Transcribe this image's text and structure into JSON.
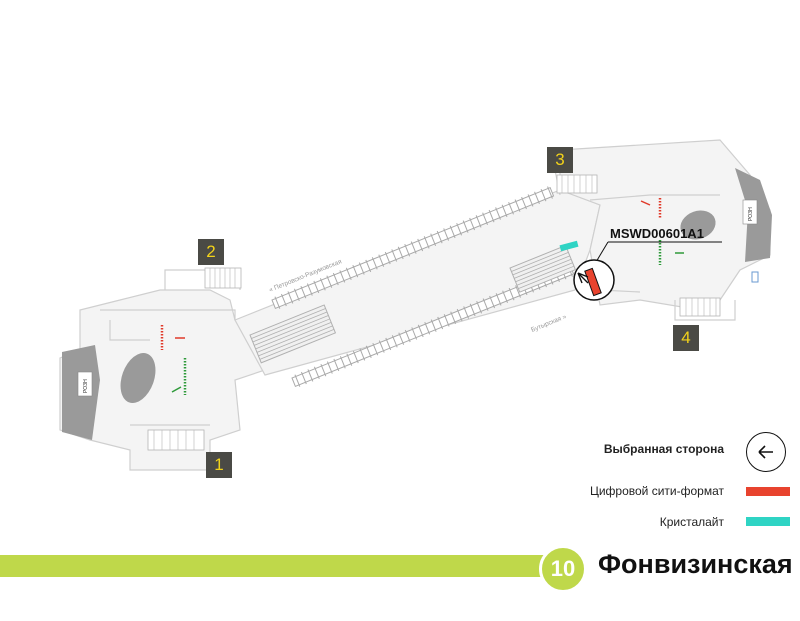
{
  "station": {
    "name": "Фонвизинская",
    "line_number": "10",
    "line_color": "#bfd84a"
  },
  "exits": [
    "1",
    "2",
    "3",
    "4"
  ],
  "directions": {
    "left_track": "« Петровско-Разумовская",
    "right_track": "Бутырская »"
  },
  "icon_labels": {
    "left_exit_box": "РОЗН",
    "right_exit_box": "РОЗН"
  },
  "placement": {
    "code": "MSWD00601A1"
  },
  "legend": {
    "selected_side": {
      "label": "Выбранная сторона",
      "icon": "arrow-left-icon"
    },
    "items": [
      {
        "label": "Цифровой сити-формат",
        "color": "#e8432e"
      },
      {
        "label": "Кристалайт",
        "color": "#2fd4c4"
      }
    ]
  },
  "colors": {
    "wall": "#c8c8c8",
    "floor": "#ffffff",
    "hall": "#9a9a9a",
    "escalator_red": "#e03a2a",
    "escalator_green": "#2e9a3a"
  }
}
